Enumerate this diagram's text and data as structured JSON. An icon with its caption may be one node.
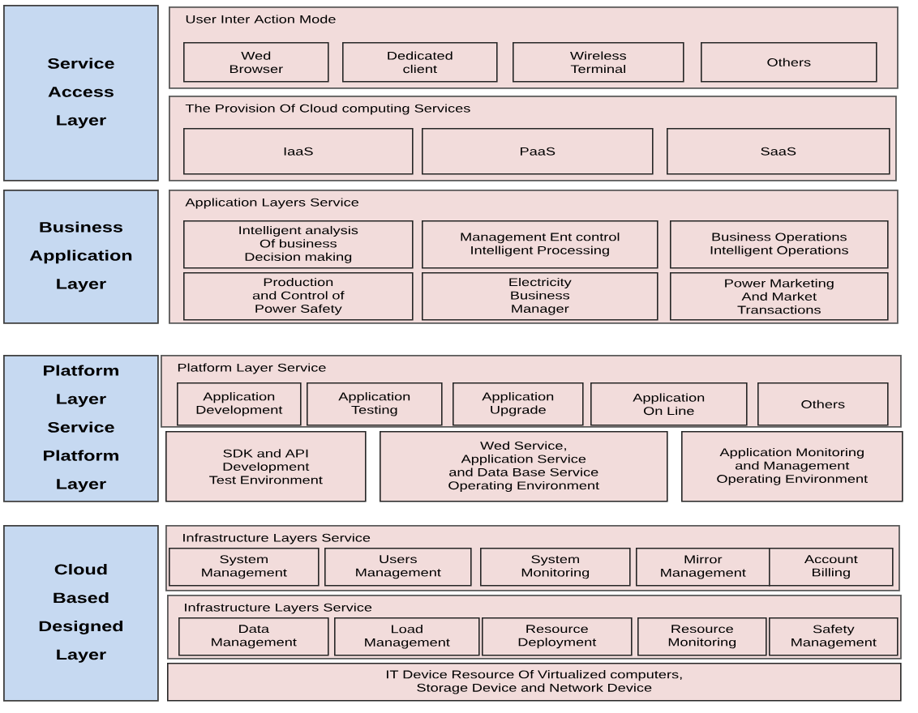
{
  "diagram": {
    "nodes": [
      {
        "text": [
          "Service Access Layer"
        ]
      },
      {
        "text": [
          "User Inter Action Mode"
        ]
      },
      {
        "text": [
          "Wed Browser"
        ],
        "in": 1
      },
      {
        "text": [
          "Dedicated client"
        ],
        "in": 1
      },
      {
        "text": [
          "Wireless Terminal"
        ],
        "in": 1
      },
      {
        "text": [
          "Others"
        ],
        "in": 1
      },
      {
        "text": [
          "The Provision Of Cloud computing Services"
        ]
      },
      {
        "text": [
          "IaaS"
        ],
        "in": 6
      },
      {
        "text": [
          "PaaS"
        ],
        "in": 6
      },
      {
        "text": [
          "SaaS"
        ],
        "in": 6
      },
      {
        "text": [
          "Business Application Layer"
        ]
      },
      {
        "text": [
          "Application Layers Service"
        ]
      },
      {
        "text": [
          "Intelligent analysis Of business Decision making"
        ],
        "in": 11
      },
      {
        "text": [
          "Management Ent control Intelligent Processing"
        ],
        "in": 11
      },
      {
        "text": [
          "Business Operations Intelligent Operations"
        ],
        "in": 11
      },
      {
        "text": [
          "Production and Control of Power Safety"
        ],
        "in": 11
      },
      {
        "text": [
          "Electricity Business Manager"
        ],
        "in": 11
      },
      {
        "text": [
          "Power Marketing And Market Transactions"
        ],
        "in": 11
      },
      {
        "text": [
          "Platform Layer Service Platform Layer"
        ]
      },
      {
        "text": [
          "Platform Layer Service"
        ]
      },
      {
        "text": [
          "Application Development"
        ],
        "in": 19
      },
      {
        "text": [
          "Application Testing"
        ],
        "in": 19
      },
      {
        "text": [
          "Application Upgrade"
        ],
        "in": 19
      },
      {
        "text": [
          "Application On Line"
        ],
        "in": 19
      },
      {
        "text": [
          "Others"
        ],
        "in": 19
      },
      {
        "text": [
          "SDK and API Development Test Environment"
        ]
      },
      {
        "text": [
          "Wed Service, Application Service and Data Base Service Operating Environment"
        ]
      },
      {
        "text": [
          "Application Monitoring and Management Operating Environment"
        ]
      },
      {
        "text": [
          "Cloud Based Designed Layer"
        ]
      },
      {
        "text": [
          "Infrastructure Layers Service"
        ]
      },
      {
        "text": [
          "System Management"
        ],
        "in": 29
      },
      {
        "text": [
          "Users Management"
        ],
        "in": 29
      },
      {
        "text": [
          "System Monitoring"
        ],
        "in": 29
      },
      {
        "text": [
          "Mirror Management"
        ],
        "in": 29
      },
      {
        "text": [
          "Account Billing"
        ],
        "in": 29
      },
      {
        "text": [
          "Infrastructure Layers Service"
        ]
      },
      {
        "text": [
          "Data Management"
        ],
        "in": 35
      },
      {
        "text": [
          "Load Management"
        ],
        "in": 35
      },
      {
        "text": [
          "Resource Deployment"
        ],
        "in": 35
      },
      {
        "text": [
          "Resource Monitoring"
        ],
        "in": 35
      },
      {
        "text": [
          "Safety Management"
        ],
        "in": 35
      },
      {
        "text": [
          "IT Device Resource Of Virtualized computers, Storage Device and Network Device"
        ]
      }
    ]
  }
}
